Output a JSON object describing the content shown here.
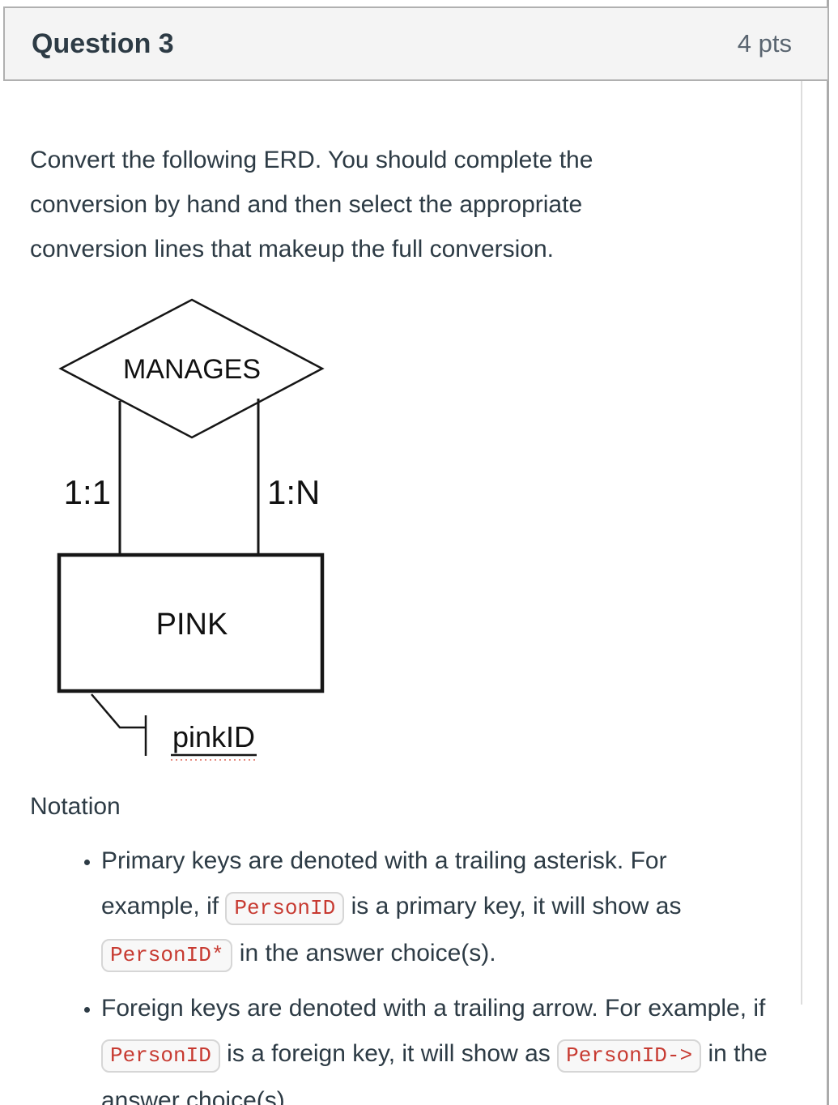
{
  "header": {
    "title": "Question 3",
    "points": "4 pts"
  },
  "question": {
    "prompt_lines": [
      "Convert the following ERD. You should complete the",
      "conversion by hand and then select the appropriate",
      "conversion lines that makeup the full conversion."
    ]
  },
  "diagram": {
    "relationship": "MANAGES",
    "entity": "PINK",
    "attribute": "pinkID",
    "left_cardinality": "1:1",
    "right_cardinality": "1:N"
  },
  "notation": {
    "heading": "Notation",
    "bullets": [
      {
        "segments": [
          {
            "type": "text",
            "value": "Primary keys are denoted with a trailing asterisk. For example, if "
          },
          {
            "type": "code",
            "value": "PersonID"
          },
          {
            "type": "text",
            "value": " is a primary key, it will show as "
          },
          {
            "type": "code",
            "value": "PersonID*"
          },
          {
            "type": "text",
            "value": " in the answer choice(s)."
          }
        ]
      },
      {
        "segments": [
          {
            "type": "text",
            "value": "Foreign keys are denoted with a trailing arrow. For example, if "
          },
          {
            "type": "code",
            "value": "PersonID"
          },
          {
            "type": "text",
            "value": " is a foreign key, it will show as "
          },
          {
            "type": "code",
            "value": "PersonID->"
          },
          {
            "type": "text",
            "value": " in the answer choice(s)."
          }
        ]
      }
    ]
  },
  "colors": {
    "text": "#2d3b45",
    "header_bg": "#f4f4f4",
    "border": "#b0b0b0",
    "code_red": "#c73a31",
    "diagram_ink": "#111111"
  }
}
